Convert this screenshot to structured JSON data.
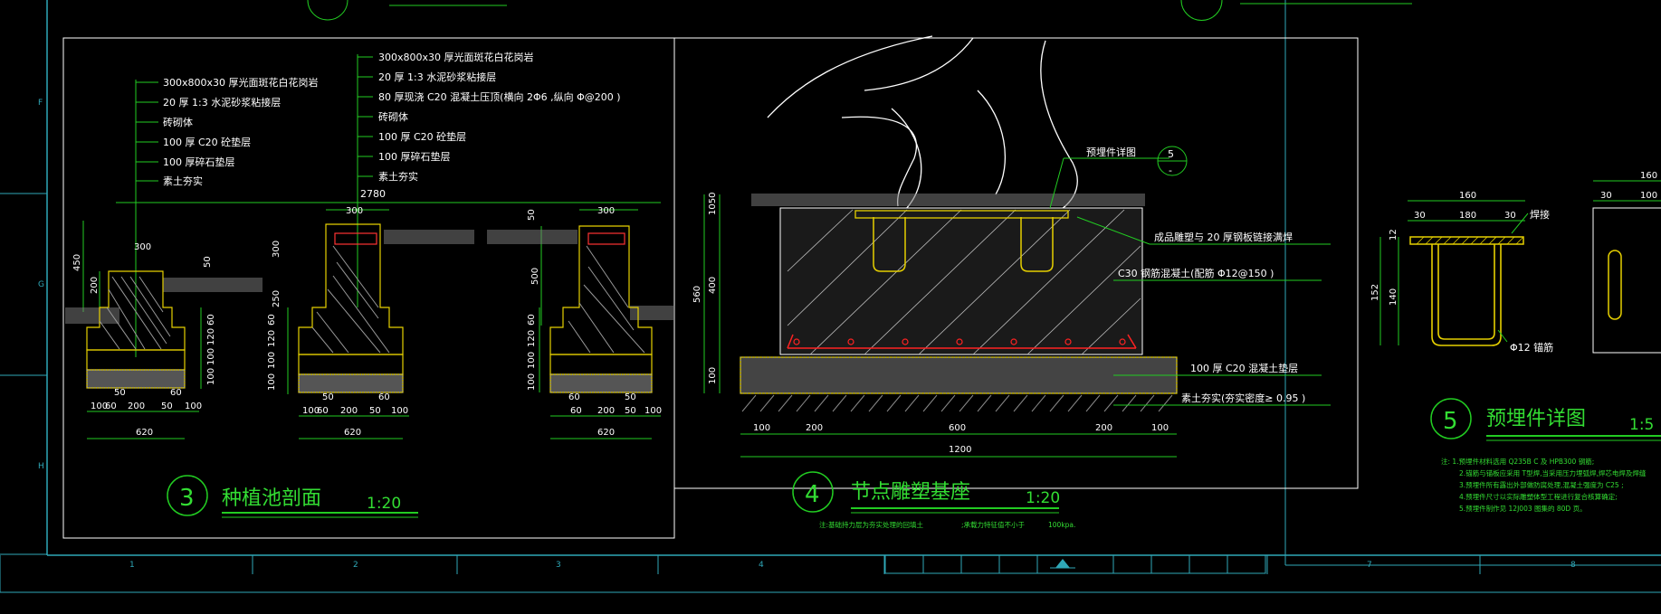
{
  "colors": {
    "background": "#000000",
    "frame": "#2fa8b8",
    "dim": "#22cc22",
    "text": "#ffffff",
    "structure": "#e6d000",
    "rebar": "#ff2222",
    "title": "#33dd33"
  },
  "grid": {
    "rows": [
      "F",
      "G",
      "H"
    ],
    "cols": [
      "1",
      "2",
      "3",
      "4",
      "7",
      "8"
    ]
  },
  "section3": {
    "number": "3",
    "title": "种植池剖面",
    "scale": "1:20",
    "layers_left": [
      "300x800x30  厚光面斑花白花岗岩",
      "20 厚 1:3  水泥砂浆粘接层",
      "砖砌体",
      "100 厚 C20 砼垫层",
      "100 厚碎石垫层",
      "素土夯实"
    ],
    "layers_right": [
      "300x800x30  厚光面斑花白花岗岩",
      "20 厚 1:3  水泥砂浆粘接层",
      "80 厚现浇  C20 混凝土压顶(横向      2Φ6 ,纵向    Φ@200 )",
      "砖砌体",
      "100 厚 C20 砼垫层",
      "100  厚碎石垫层",
      "素土夯实"
    ],
    "dims": {
      "total": "2780",
      "d300a": "300",
      "d300b": "300",
      "d300c": "300",
      "d50a": "50",
      "d50b": "50",
      "d450": "450",
      "d200": "200",
      "d300v": "300",
      "d250": "250",
      "d500": "500",
      "stack": [
        "60",
        "120",
        "100",
        "100"
      ],
      "bottom_a": [
        "100",
        "60",
        "200",
        "50",
        "100"
      ],
      "bottom_b": [
        "100",
        "60",
        "200",
        "50",
        "100"
      ],
      "bottom_c": [
        "60",
        "200",
        "50",
        "100"
      ],
      "d50": "50",
      "d60": "60",
      "width620": "620"
    }
  },
  "section4": {
    "number": "4",
    "title": "节点雕塑基座",
    "scale": "1:20",
    "note_a": "注:基础持力层为夯实处理的回填土",
    "note_b": ";承载力特征值不小于",
    "note_c": "100kpa.",
    "callout": "预埋件详图",
    "callout_num": "5",
    "callout_sub": "-",
    "labels": [
      "成品雕塑与   20 厚钢板链接满焊",
      "C30 钢筋混凝土(配筋     Φ12@150  )",
      "100 厚 C20 混凝土垫层",
      "素土夯实(夯实密度≥        0.95  )"
    ],
    "dims_v": [
      "1050",
      "400",
      "560",
      "100"
    ],
    "dims_h": [
      "100",
      "200",
      "600",
      "200",
      "100"
    ],
    "total": "1200"
  },
  "section5": {
    "number": "5",
    "title": "预埋件详图",
    "scale": "1:5",
    "dims": [
      "160",
      "30",
      "180",
      "30",
      "12",
      "152",
      "140"
    ],
    "dims_right": [
      "160",
      "30",
      "100"
    ],
    "weld": "焊接",
    "anchor": "Φ12 锚筋",
    "notes": [
      "注:  1.预埋件材料选用     Q235B C 及 HPB300 钢筋;",
      "2.锚筋与锚板应采用     T型焊,当采用压力埋弧焊,焊芯电焊及焊缝",
      "3.预埋件所有露出外部做防腐处理,混凝土强度为                C25 ;",
      "4.预埋件尺寸以实际雕塑体型工程进行复合核算确定;",
      "5.预埋件制作见   12J003  图集的  80D 页。"
    ]
  }
}
